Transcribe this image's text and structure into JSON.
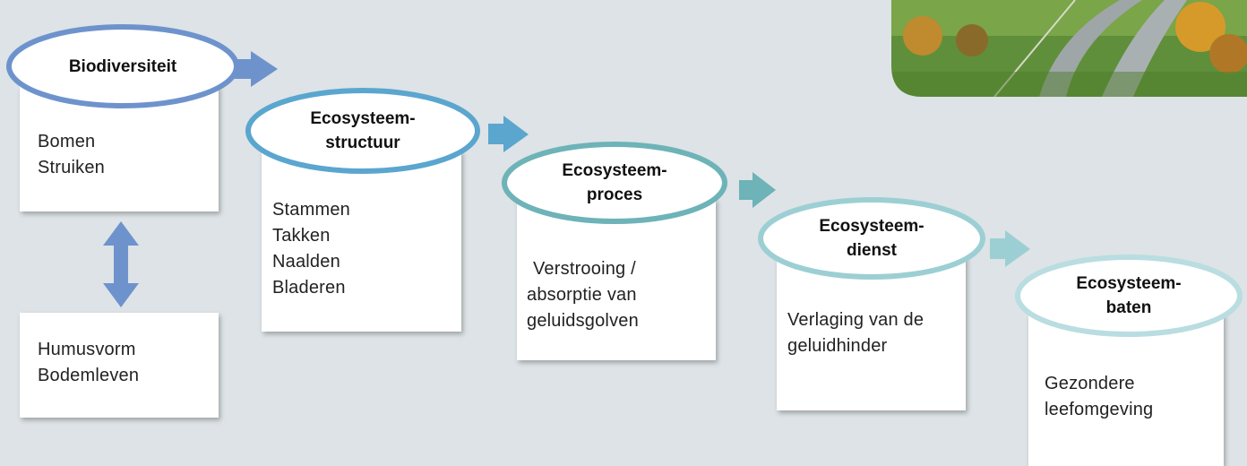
{
  "stages": [
    {
      "title": [
        "Biodiversiteit"
      ],
      "items": [
        "Bomen",
        "Struiken"
      ],
      "color": "#6e93cc"
    },
    {
      "title": [
        "Ecosysteem-",
        "structuur"
      ],
      "items": [
        "Stammen",
        "Takken",
        "Naalden",
        "Bladeren"
      ],
      "color": "#5aa6cf"
    },
    {
      "title": [
        "Ecosysteem-",
        "proces"
      ],
      "items": [
        "Verstrooing /",
        "absorptie van",
        "geluidsgolven"
      ],
      "color": "#6db3b8"
    },
    {
      "title": [
        "Ecosysteem-",
        "dienst"
      ],
      "items": [
        "Verlaging van de",
        "geluidhinder"
      ],
      "color": "#9ccfd3"
    },
    {
      "title": [
        "Ecosysteem-",
        "baten"
      ],
      "items": [
        "Gezondere",
        "leefomgeving"
      ],
      "color": "#b9dde0"
    }
  ],
  "soil_box": {
    "items": [
      "Humusvorm",
      "Bodemleven"
    ]
  },
  "colors": {
    "background": "#dde3e6",
    "double_arrow": "#6e93cc"
  }
}
